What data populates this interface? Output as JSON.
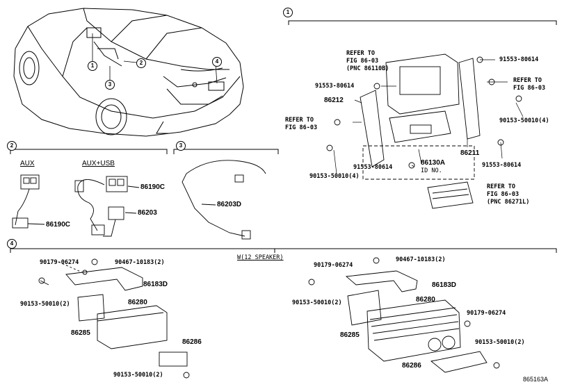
{
  "sections": {
    "s1": "1",
    "s2": "2",
    "s3": "3",
    "s4": "4"
  },
  "car_callouts": [
    "1",
    "2",
    "3",
    "4"
  ],
  "section1": {
    "refer_top": [
      "REFER TO",
      "FIG 86-03",
      "(PNC 86110B)"
    ],
    "refer_right": [
      "REFER TO",
      "FIG 86-03"
    ],
    "refer_left": [
      "REFER TO",
      "FIG 86-03"
    ],
    "refer_bottom": [
      "REFER TO",
      "FIG 86-03",
      "(PNC 86271L)"
    ],
    "p91553_tr": "91553-80614",
    "p91553_l": "91553-80614",
    "p91553_b": "91553-80614",
    "p91553_br": "91553-80614",
    "p86212": "86212",
    "p86211": "86211",
    "p86130": "86130A",
    "id_no": "ID NO.",
    "p90153_r": "90153-50010(4)",
    "p90153_l": "90153-50010(4)"
  },
  "section2": {
    "aux": "AUX",
    "aux_usb": "AUX+USB",
    "p86190c_a": "86190C",
    "p86190c_b": "86190C",
    "p86203": "86203"
  },
  "section3": {
    "p86203d": "86203D"
  },
  "section4": {
    "speaker_note": "W(12 SPEAKER)",
    "left": {
      "p90179": "90179-06274",
      "p90467": "90467-10183(2)",
      "p86183d": "86183D",
      "p90153_a": "90153-50010(2)",
      "p86280": "86280",
      "p86285": "86285",
      "p86286": "86286",
      "p90153_b": "90153-50010(2)"
    },
    "right": {
      "p90179_a": "90179-06274",
      "p90467": "90467-10183(2)",
      "p86183d": "86183D",
      "p90153_a": "90153-50010(2)",
      "p86280": "86280",
      "p90179_b": "90179-06274",
      "p86285": "86285",
      "p90153_b": "90153-50010(2)",
      "p86286": "86286"
    }
  },
  "diagram_id": "865163A"
}
